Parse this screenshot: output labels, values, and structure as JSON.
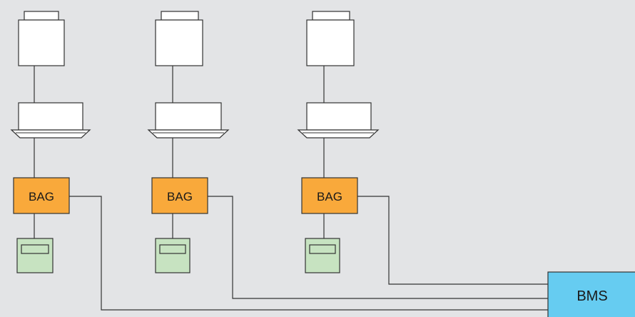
{
  "units": [
    {
      "controller_label": "BAG"
    },
    {
      "controller_label": "BAG"
    },
    {
      "controller_label": "BAG"
    }
  ],
  "bms": {
    "label": "BMS"
  },
  "colors": {
    "background": "#e3e4e6",
    "line": "#333333",
    "device_fill": "#ffffff",
    "controller_fill": "#f9a93b",
    "thermostat_fill": "#c7e3c1",
    "bms_fill": "#66ccf1"
  }
}
